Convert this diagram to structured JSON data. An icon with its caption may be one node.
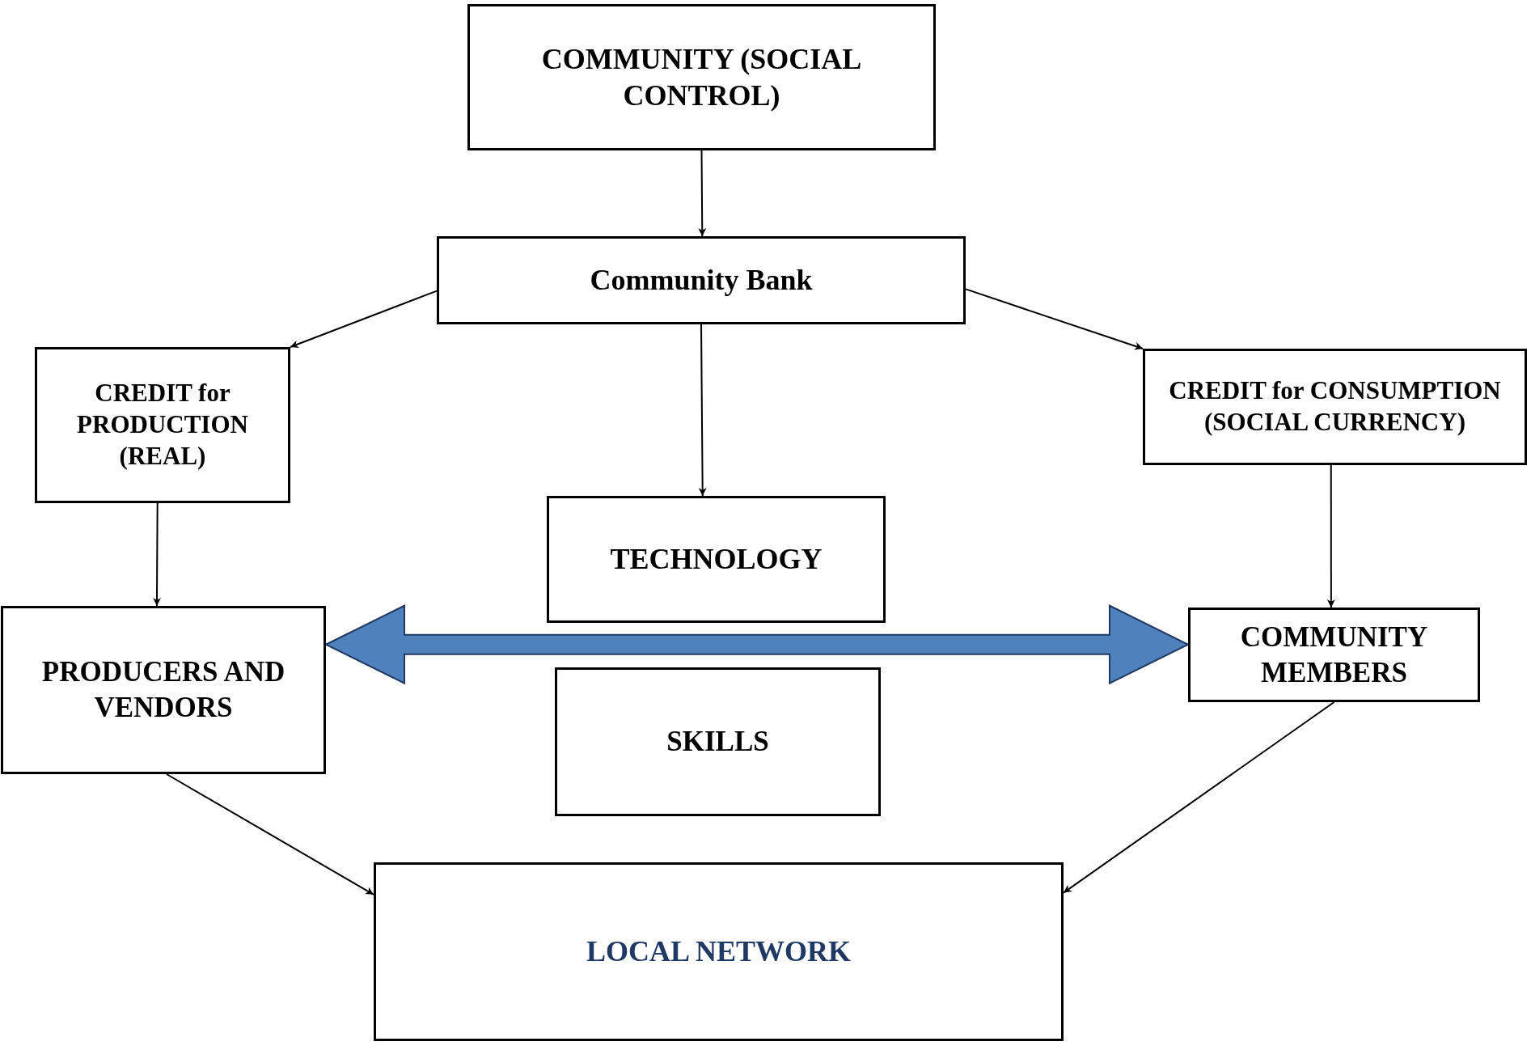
{
  "diagram": {
    "nodes": [
      {
        "text": [
          "COMMUNITY (SOCIAL CONTROL)"
        ]
      },
      {
        "text": [
          "Community Bank"
        ]
      },
      {
        "text": [
          "CREDIT for PRODUCTION (REAL)"
        ]
      },
      {
        "text": [
          "TECHNOLOGY"
        ]
      },
      {
        "text": [
          "CREDIT for CONSUMPTION (SOCIAL CURRENCY)"
        ]
      },
      {
        "text": [
          "PRODUCERS AND VENDORS"
        ]
      },
      {
        "text": [
          "COMMUNITY MEMBERS"
        ]
      },
      {
        "text": [
          "SKILLS"
        ]
      },
      {
        "text": [
          "LOCAL NETWORK"
        ]
      }
    ],
    "edges": [
      {
        "from": 0,
        "to": 1,
        "arrow": "to"
      },
      {
        "from": 1,
        "to": 2,
        "arrow": "to"
      },
      {
        "from": 1,
        "to": 3,
        "arrow": "to"
      },
      {
        "from": 1,
        "to": 4,
        "arrow": "to"
      },
      {
        "from": 4,
        "to": 6,
        "arrow": "to"
      },
      {
        "from": 2,
        "to": 5,
        "arrow": "to"
      },
      {
        "from": 5,
        "to": 6,
        "arrow": "both",
        "style": "thick",
        "color": "#4f81bd"
      },
      {
        "from": 5,
        "to": 8,
        "arrow": "to"
      },
      {
        "from": 6,
        "to": 8,
        "arrow": "to"
      }
    ]
  }
}
